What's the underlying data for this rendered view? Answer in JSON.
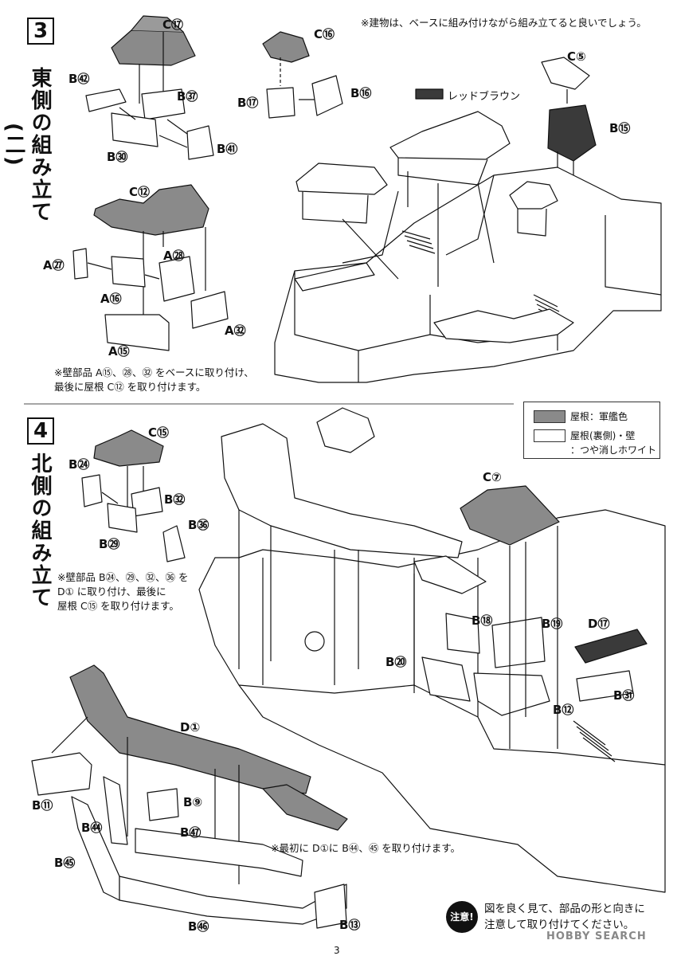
{
  "top_note": "※建物は、ベースに組み付けながら組み立てると良いでしょう。",
  "color_callout": "レッドブラウン",
  "steps": [
    {
      "number": "3",
      "title": "東側の組み立て(二)"
    },
    {
      "number": "4",
      "title": "北側の組み立て"
    }
  ],
  "notes": {
    "step3": "※壁部品 A⑮、㉘、㉜ をベースに取り付け、\n最後に屋根 C⑫ を取り付けます。",
    "step4": "※壁部品 B㉔、㉙、㉜、㊱ を\nD① に取り付け、最後に\n屋根 C⑮ を取り付けます。",
    "d1": "※最初に D①に B㊹、㊺ を取り付けます。"
  },
  "legend": {
    "roof": "屋根：軍艦色",
    "wall": "屋根(裏側)・壁",
    "wall_sub": "：つや消しホワイト"
  },
  "attention": {
    "badge": "注意!",
    "text": "図を良く見て、部品の形と向きに\n注意して取り付けてください。"
  },
  "watermark": "HOBBY SEARCH",
  "page_number": "3",
  "labels": {
    "C17": "C⑰",
    "B42": "B㊷",
    "B37": "B㊲",
    "B41": "B㊶",
    "B30": "B㉚",
    "C16": "C⑯",
    "B17": "B⑰",
    "B16": "B⑯",
    "C5": "C⑤",
    "B15": "B⑮",
    "C12": "C⑫",
    "A27": "A㉗",
    "A28": "A㉘",
    "A16": "A⑯",
    "A32": "A㉜",
    "A15": "A⑮",
    "C15": "C⑮",
    "B24": "B㉔",
    "B32": "B㉜",
    "B36": "B㊱",
    "B29": "B㉙",
    "C7": "C⑦",
    "B18": "B⑱",
    "B19": "B⑲",
    "D17": "D⑰",
    "B20": "B⑳",
    "B31": "B㉛",
    "B12": "B⑫",
    "D1": "D①",
    "B11": "B⑪",
    "B9": "B⑨",
    "B44": "B㊹",
    "B47": "B㊼",
    "B45": "B㊺",
    "B46": "B㊻",
    "B13": "B⑬"
  },
  "colors": {
    "roof_gray": "#8a8a8a",
    "red_brown": "#3a3a3a",
    "wall_white": "#ffffff"
  }
}
